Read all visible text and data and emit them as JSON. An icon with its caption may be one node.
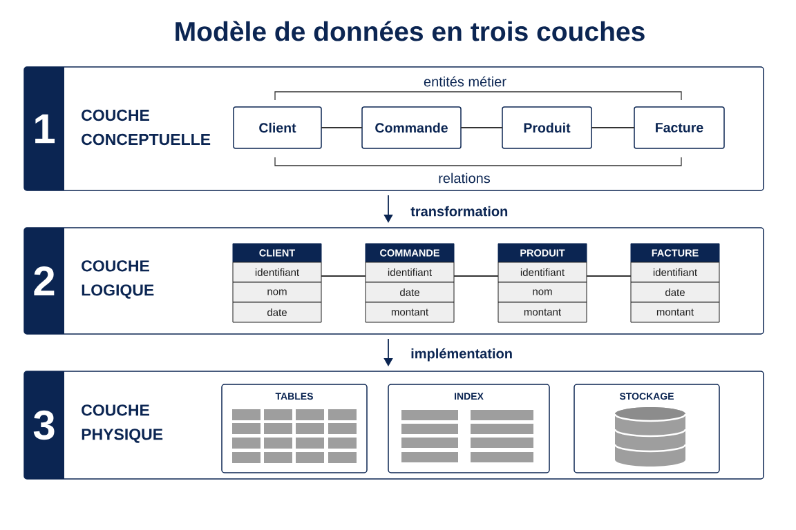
{
  "diagram": {
    "title": "Modèle de données en trois couches",
    "nodes": [
      {
        "text": [
          "1",
          "COUCHE CONCEPTUELLE"
        ]
      },
      {
        "text": [
          "Client"
        ],
        "in": 0
      },
      {
        "text": [
          "Commande"
        ],
        "in": 0
      },
      {
        "text": [
          "Produit"
        ],
        "in": 0
      },
      {
        "text": [
          "Facture"
        ],
        "in": 0
      },
      {
        "text": [
          "2",
          "COUCHE LOGIQUE"
        ]
      },
      {
        "text": [
          "CLIENT",
          "identifiant",
          "nom",
          "date"
        ],
        "in": 5
      },
      {
        "text": [
          "COMMANDE",
          "identifiant",
          "date",
          "montant"
        ],
        "in": 5
      },
      {
        "text": [
          "PRODUIT",
          "identifiant",
          "nom",
          "montant"
        ],
        "in": 5
      },
      {
        "text": [
          "FACTURE",
          "identifiant",
          "date",
          "montant"
        ],
        "in": 5
      },
      {
        "text": [
          "3",
          "COUCHE PHYSIQUE"
        ]
      },
      {
        "text": [
          "TABLES"
        ],
        "in": 10
      },
      {
        "text": [
          "INDEX"
        ],
        "in": 10
      },
      {
        "text": [
          "STOCKAGE"
        ],
        "in": 10
      }
    ],
    "edges": [
      {
        "from": 1,
        "to": 2,
        "arrow": "none"
      },
      {
        "from": 2,
        "to": 3,
        "arrow": "none"
      },
      {
        "from": 3,
        "to": 4,
        "arrow": "none"
      },
      {
        "from": 0,
        "to": 5,
        "arrow": "to",
        "label": "transformation",
        "color": "#0b2552"
      },
      {
        "from": 6,
        "to": 7,
        "arrow": "none"
      },
      {
        "from": 7,
        "to": 8,
        "arrow": "none"
      },
      {
        "from": 8,
        "to": 9,
        "arrow": "none"
      },
      {
        "from": 5,
        "to": 10,
        "arrow": "to",
        "label": "implémentation",
        "color": "#0b2552"
      }
    ],
    "labels": [
      "entités métier",
      "relations"
    ]
  }
}
